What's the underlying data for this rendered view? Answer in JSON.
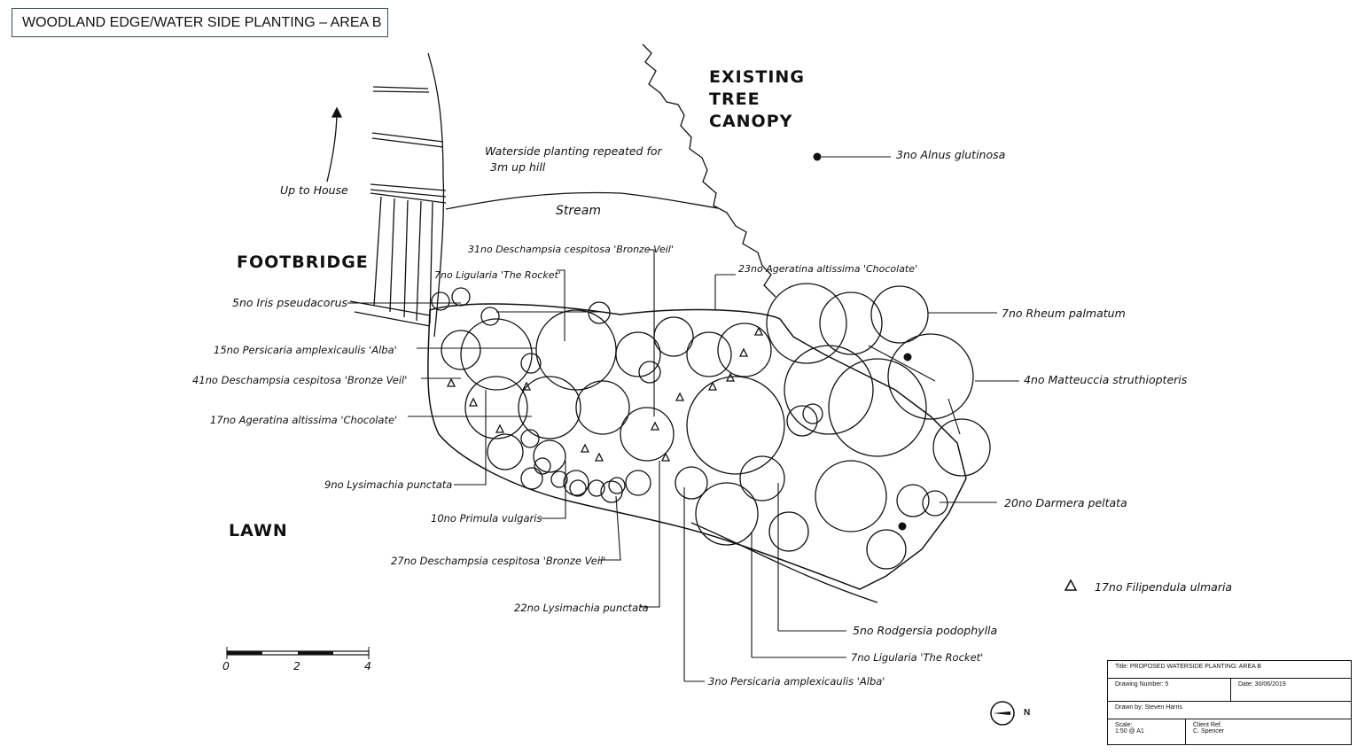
{
  "drawing_title": "WOODLAND EDGE/WATER SIDE PLANTING – AREA B",
  "headings": {
    "existing": "EXISTING",
    "tree": "TREE",
    "canopy": "CANOPY",
    "footbridge": "FOOTBRIDGE",
    "lawn": "LAWN"
  },
  "notes": {
    "waterside_line1": "Waterside planting repeated for",
    "waterside_line2": "3m up hill",
    "stream": "Stream",
    "up_to_house": "Up to House"
  },
  "plant_labels": {
    "alnus": "3no Alnus glutinosa",
    "deschampsia_31": "31no Deschampsia cespitosa 'Bronze Veil'",
    "ligularia_7_top": "7no Ligularia 'The Rocket'",
    "ageratina_23": "23no Ageratina altissima 'Chocolate'",
    "iris": "5no Iris pseudacorus",
    "rheum": "7no Rheum palmatum",
    "persicaria_15": "15no Persicaria amplexicaulis 'Alba'",
    "matteuccia": "4no Matteuccia struthiopteris",
    "deschampsia_41": "41no Deschampsia cespitosa 'Bronze Veil'",
    "ageratina_17": "17no Ageratina altissima 'Chocolate'",
    "lysimachia_9": "9no Lysimachia punctata",
    "darmera": "20no Darmera peltata",
    "primula": "10no Primula vulgaris",
    "filipendula": "17no Filipendula ulmaria",
    "deschampsia_27": "27no Deschampsia cespitosa 'Bronze Veil'",
    "lysimachia_22": "22no Lysimachia punctata",
    "rodgersia": "5no Rodgersia podophylla",
    "ligularia_7_bottom": "7no Ligularia 'The Rocket'",
    "persicaria_3": "3no Persicaria amplexicaulis 'Alba'"
  },
  "scale_bar": {
    "labels": [
      "0",
      "2",
      "4"
    ]
  },
  "north": "N",
  "title_block": {
    "title": "Title:  PROPOSED WATERSIDE PLANTING:  AREA B",
    "drawing_number": "Drawing Number:   5",
    "date": "Date:  30/06/2019",
    "drawn_by": "Drawn by:    Steven Harris",
    "scale_label": "Scale:",
    "scale_value": "1:50 @ A1",
    "client_label": "Client Ref.",
    "client_value": "C. Spencer"
  },
  "colors": {
    "ink": "#111111",
    "title_border": "#2f4f5f"
  }
}
